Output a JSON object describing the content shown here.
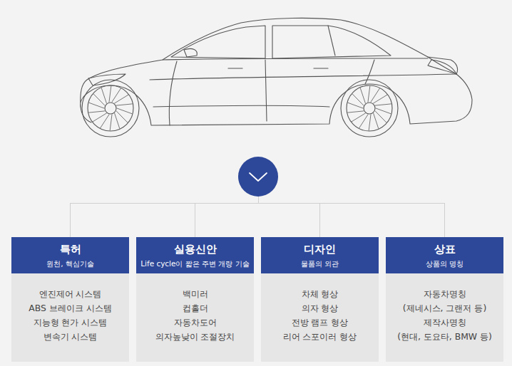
{
  "diagram": {
    "nodes": [
      {
        "text": [
          "특허",
          "원천, 핵심기술",
          "엔진제어 시스템",
          "ABS 브레이크 시스템",
          "지능형 현가 시스템",
          "변속기 시스템"
        ]
      },
      {
        "text": [
          "실용신안",
          "Life cycle이 짧은 주변 개량 기술",
          "백미러",
          "컵홀더",
          "자동차도어",
          "의자높낮이 조절장치"
        ]
      },
      {
        "text": [
          "디자인",
          "물품의 외관",
          "차체 형상",
          "의자 형상",
          "전방 램프 형상",
          "리어 스포이러 형상"
        ]
      },
      {
        "text": [
          "상표",
          "상품의 명칭",
          "자동차명칭",
          "(제네시스, 그랜저 등)",
          "제작사명칭",
          "(현대, 도요타, BMW 등)"
        ]
      }
    ]
  }
}
